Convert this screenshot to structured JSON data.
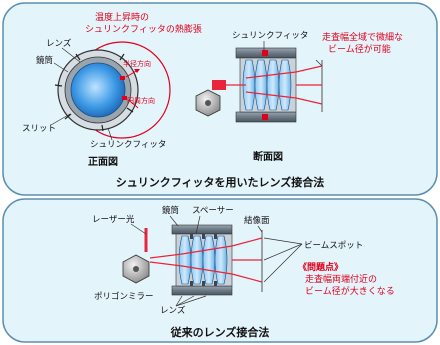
{
  "colors": {
    "panel_bg": "#e4f4fb",
    "panel_border": "#5b8fb0",
    "red_label": "#e0001b",
    "lens_blue": "#2f86d6",
    "barrel_gray": "#7c8a96",
    "beam_red": "#e8253a"
  },
  "top": {
    "front_view": {
      "red_annotation_line1": "温度上昇時の",
      "red_annotation_line2": "シュリンクフィッタの熱膨張",
      "label_lens": "レンズ",
      "label_barrel": "鏡筒",
      "label_slit": "スリット",
      "label_shrink_fitter": "シュリンクフィッタ",
      "label_radial": "半径方向",
      "label_circumferential": "円周方向",
      "caption": "正面図"
    },
    "section_view": {
      "label_shrink_fitter": "シュリンクフィッタ",
      "red_note_line1": "走査幅全域で微細な",
      "red_note_line2": "ビーム径が可能",
      "caption": "断面図"
    },
    "title": "シュリンクフィッタを用いたレンズ接合法"
  },
  "bottom": {
    "label_barrel": "鏡筒",
    "label_spacer": "スペーサー",
    "label_laser": "レーザー光",
    "label_image_plane": "結像面",
    "label_beam_spot": "ビームスポット",
    "problem_label": "《問題点》",
    "problem_line1": "走査幅両端付近の",
    "problem_line2": "ビーム径が大きくなる",
    "label_polygon_mirror": "ポリゴンミラー",
    "label_lens": "レンズ",
    "title": "従来のレンズ接合法"
  }
}
